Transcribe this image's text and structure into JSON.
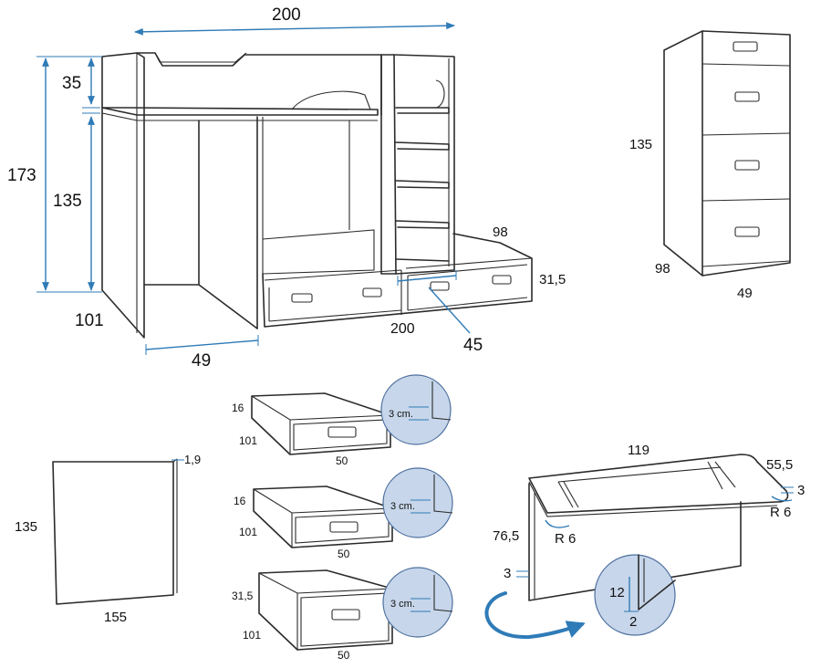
{
  "colors": {
    "dimension": "#2f7bb7",
    "line": "#2b2b2b",
    "zoom_fill": "#c7d6ea",
    "arrow": "#2f7bb7"
  },
  "bunk": {
    "width_top": "200",
    "height_total": "173",
    "top_height": "35",
    "lower_height": "135",
    "side_depth": "101",
    "base_depth": "49",
    "drawer_width": "200",
    "drawer_depth": "98",
    "drawer_height": "31,5",
    "step_width": "45"
  },
  "chest": {
    "height": "135",
    "depth": "98",
    "width": "49"
  },
  "panel": {
    "height": "135",
    "width": "155",
    "thickness": "1,9"
  },
  "drawers": [
    {
      "height": "16",
      "depth": "101",
      "width": "50",
      "detail": "3 cm."
    },
    {
      "height": "16",
      "depth": "101",
      "width": "50",
      "detail": "3 cm."
    },
    {
      "height": "31,5",
      "depth": "101",
      "width": "50",
      "detail": "3 cm."
    }
  ],
  "desk": {
    "length": "119",
    "depth": "55,5",
    "top_thickness": "3",
    "radius_right": "R 6",
    "radius_left": "R 6",
    "height": "76,5",
    "panel_thickness": "3",
    "groove_height": "12",
    "groove_depth": "2"
  }
}
